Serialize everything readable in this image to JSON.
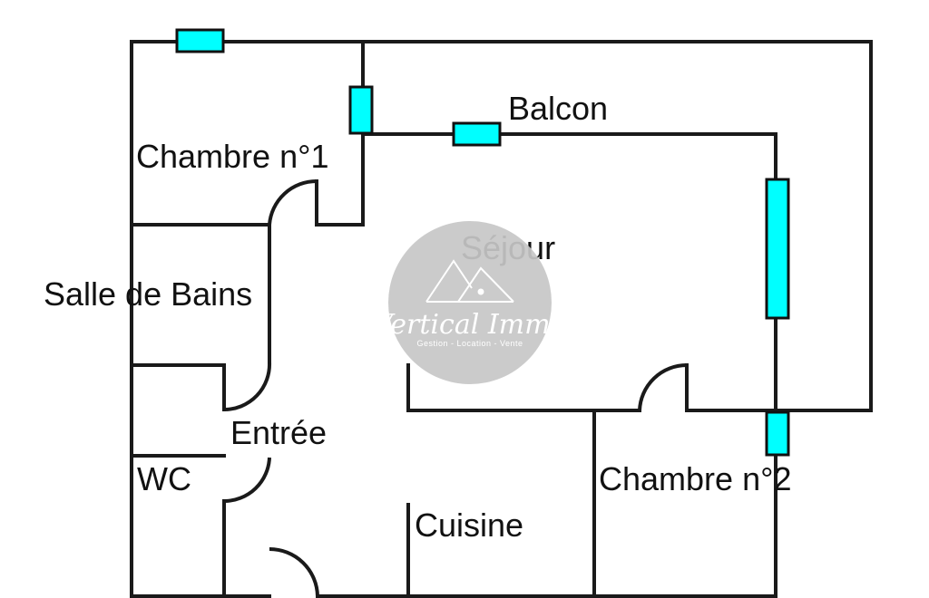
{
  "colors": {
    "wall": "#1a1a1a",
    "window": "#00ffff",
    "watermark": "#c7c7c7",
    "label": "#111111"
  },
  "rooms": {
    "chambre1": "Chambre n°1",
    "balcon": "Balcon",
    "sejour": "Séjour",
    "salle_de_bains": "Salle de Bains",
    "entree": "Entrée",
    "wc": "WC",
    "cuisine": "Cuisine",
    "chambre2": "Chambre n°2"
  },
  "watermark": {
    "name": "Vertical Immo",
    "tagline": "Gestion - Location - Vente",
    "icon": "triangle-logo-icon"
  }
}
